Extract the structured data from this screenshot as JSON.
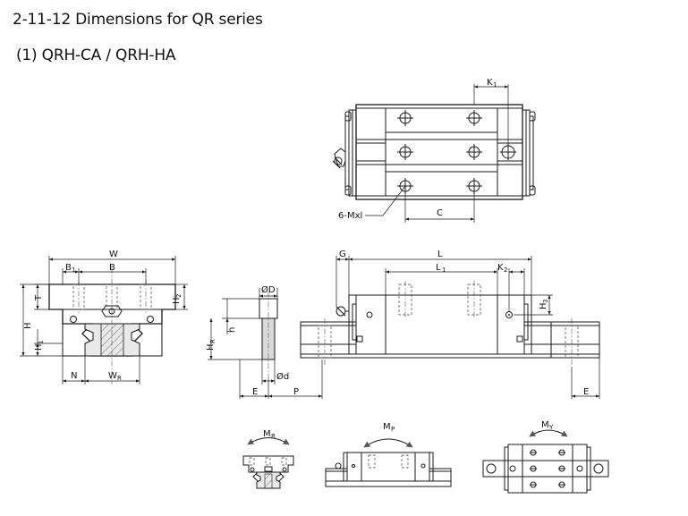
{
  "title": "2-11-12 Dimensions for QR series",
  "subtitle": "(1) QRH-CA / QRH-HA",
  "labels": {
    "K1": "K",
    "K1_sub": "1",
    "mxl": "6-Mxl",
    "C": "C",
    "W": "W",
    "B1": "B",
    "B1_sub": "1",
    "B": "B",
    "T": "T",
    "H2": "H",
    "H2_sub": "2",
    "H": "H",
    "H1": "H",
    "H1_sub": "1",
    "N": "N",
    "WR": "W",
    "WR_sub": "R",
    "phiD": "ØD",
    "h": "h",
    "HR": "H",
    "HR_sub": "R",
    "phid": "Ød",
    "E_left": "E",
    "P": "P",
    "G": "G",
    "L": "L",
    "L1": "L",
    "L1_sub": "1",
    "K2": "K",
    "K2_sub": "2",
    "H3": "H",
    "H3_sub": "3",
    "E_right": "E",
    "MR": "M",
    "MR_sub": "R",
    "MP": "M",
    "MP_sub": "P",
    "MY": "M",
    "MY_sub": "Y"
  }
}
